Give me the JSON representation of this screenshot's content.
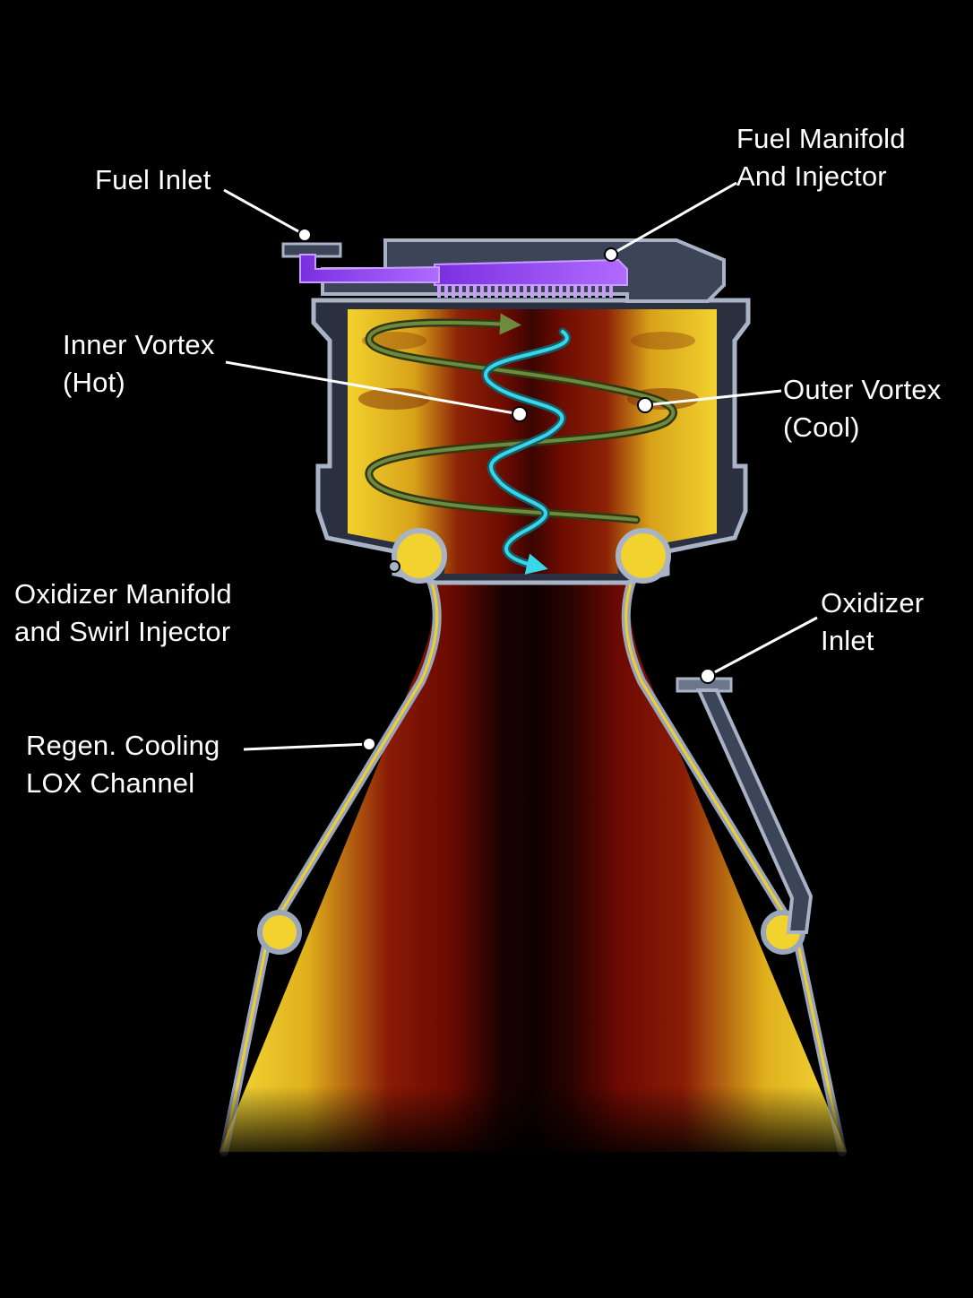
{
  "colors": {
    "background": "#000000",
    "flame_yellow": "#f2d22e",
    "flame_dark_red": "#6e0a02",
    "fuel_purple": "#9b4dff",
    "inner_vortex": "#39d6ea",
    "outer_vortex": "#5f6e3a",
    "casing": "#8f9bb0",
    "leader_line": "#ffffff"
  },
  "labels": {
    "fuel_inlet": {
      "line1": "Fuel Inlet"
    },
    "fuel_manifold": {
      "line1": "Fuel Manifold",
      "line2": "And Injector"
    },
    "inner_vortex": {
      "line1": "Inner Vortex",
      "line2": "(Hot)"
    },
    "outer_vortex": {
      "line1": "Outer Vortex",
      "line2": "(Cool)"
    },
    "oxidizer_manifold": {
      "line1": "Oxidizer Manifold",
      "line2": "and Swirl Injector"
    },
    "oxidizer_inlet": {
      "line1": "Oxidizer",
      "line2": "Inlet"
    },
    "regen_cooling": {
      "line1": "Regen. Cooling",
      "line2": "LOX Channel"
    }
  }
}
